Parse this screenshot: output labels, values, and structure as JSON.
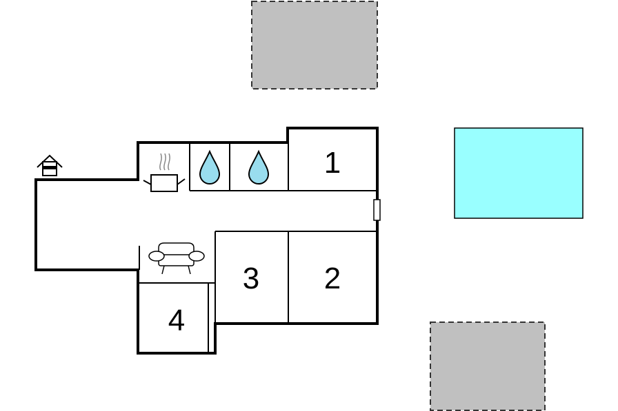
{
  "colors": {
    "outbuilding_fill": "#c0c0c0",
    "pool_fill": "#99ffff",
    "drop_fill": "#99ddee",
    "wall": "#000000"
  },
  "rooms": [
    {
      "id": "1",
      "label": "1"
    },
    {
      "id": "2",
      "label": "2"
    },
    {
      "id": "3",
      "label": "3"
    },
    {
      "id": "4",
      "label": "4"
    }
  ],
  "icons": [
    "entrance-icon",
    "kitchen-pot-icon",
    "water-drop-icon",
    "water-drop-icon",
    "sofa-icon",
    "door-icon"
  ]
}
